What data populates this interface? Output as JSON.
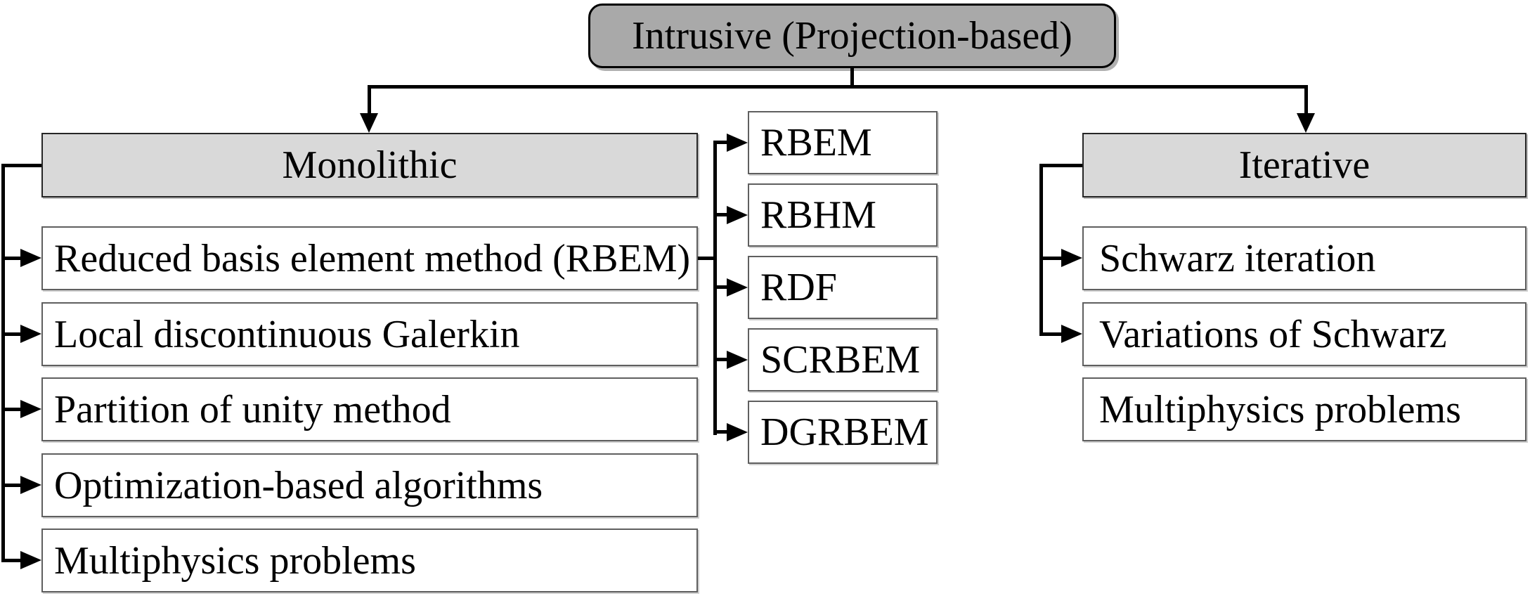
{
  "root": {
    "label": "Intrusive (Projection-based)"
  },
  "branches": {
    "monolithic": {
      "label": "Monolithic",
      "items": [
        "Reduced basis element method (RBEM)",
        "Local discontinuous Galerkin",
        "Partition of unity method",
        "Optimization-based algorithms",
        "Multiphysics problems"
      ]
    },
    "rbem_variants": {
      "items": [
        "RBEM",
        "RBHM",
        "RDF",
        "SCRBEM",
        "DGRBEM"
      ]
    },
    "iterative": {
      "label": "Iterative",
      "items": [
        "Schwarz iteration",
        "Variations of Schwarz",
        "Multiphysics problems"
      ]
    }
  },
  "colors": {
    "root_fill": "#a9a9a9",
    "header_fill": "#d9d9d9",
    "box_fill": "#ffffff",
    "line_color": "#000000",
    "box_border": "#5f5f5f",
    "header_border": "#262626",
    "root_border": "#000000",
    "text_color": "#000000"
  }
}
